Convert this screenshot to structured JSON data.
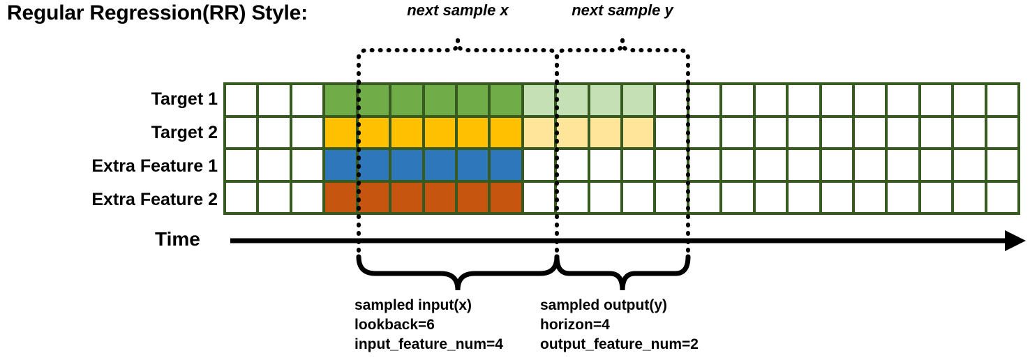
{
  "title": "Regular Regression(RR) Style:",
  "rows": [
    {
      "label": "Target 1",
      "key": "target-1"
    },
    {
      "label": "Target 2",
      "key": "target-2"
    },
    {
      "label": "Extra Feature 1",
      "key": "extra-feature-1"
    },
    {
      "label": "Extra Feature 2",
      "key": "extra-feature-2"
    }
  ],
  "grid": {
    "columns": 24,
    "input_start_col": 4,
    "input_end_col": 9,
    "output_start_col": 10,
    "output_end_col": 13,
    "colors": {
      "border": "#375a20",
      "empty": "#ffffff",
      "target1_input": "#70ac48",
      "target2_input": "#fec000",
      "extra1_input": "#2f77bb",
      "extra2_input": "#c6550f",
      "target1_output": "#c5e0b4",
      "target2_output": "#ffe599"
    },
    "row_fill": [
      [
        "#ffffff",
        "#ffffff",
        "#ffffff",
        "#70ac48",
        "#70ac48",
        "#70ac48",
        "#70ac48",
        "#70ac48",
        "#70ac48",
        "#c5e0b4",
        "#c5e0b4",
        "#c5e0b4",
        "#c5e0b4",
        "#ffffff",
        "#ffffff",
        "#ffffff",
        "#ffffff",
        "#ffffff",
        "#ffffff",
        "#ffffff",
        "#ffffff",
        "#ffffff",
        "#ffffff",
        "#ffffff"
      ],
      [
        "#ffffff",
        "#ffffff",
        "#ffffff",
        "#fec000",
        "#fec000",
        "#fec000",
        "#fec000",
        "#fec000",
        "#fec000",
        "#ffe599",
        "#ffe599",
        "#ffe599",
        "#ffe599",
        "#ffffff",
        "#ffffff",
        "#ffffff",
        "#ffffff",
        "#ffffff",
        "#ffffff",
        "#ffffff",
        "#ffffff",
        "#ffffff",
        "#ffffff",
        "#ffffff"
      ],
      [
        "#ffffff",
        "#ffffff",
        "#ffffff",
        "#2f77bb",
        "#2f77bb",
        "#2f77bb",
        "#2f77bb",
        "#2f77bb",
        "#2f77bb",
        "#ffffff",
        "#ffffff",
        "#ffffff",
        "#ffffff",
        "#ffffff",
        "#ffffff",
        "#ffffff",
        "#ffffff",
        "#ffffff",
        "#ffffff",
        "#ffffff",
        "#ffffff",
        "#ffffff",
        "#ffffff",
        "#ffffff"
      ],
      [
        "#ffffff",
        "#ffffff",
        "#ffffff",
        "#c6550f",
        "#c6550f",
        "#c6550f",
        "#c6550f",
        "#c6550f",
        "#c6550f",
        "#ffffff",
        "#ffffff",
        "#ffffff",
        "#ffffff",
        "#ffffff",
        "#ffffff",
        "#ffffff",
        "#ffffff",
        "#ffffff",
        "#ffffff",
        "#ffffff",
        "#ffffff",
        "#ffffff",
        "#ffffff",
        "#ffffff"
      ]
    ]
  },
  "top_annotations": {
    "sample_x": "next sample x",
    "sample_y": "next sample y"
  },
  "time_axis": {
    "label": "Time"
  },
  "bottom_annotations": {
    "input": {
      "line1": "sampled input(x)",
      "line2": "lookback=6",
      "line3": "input_feature_num=4"
    },
    "output": {
      "line1": "sampled output(y)",
      "line2": "horizon=4",
      "line3": "output_feature_num=2"
    }
  }
}
